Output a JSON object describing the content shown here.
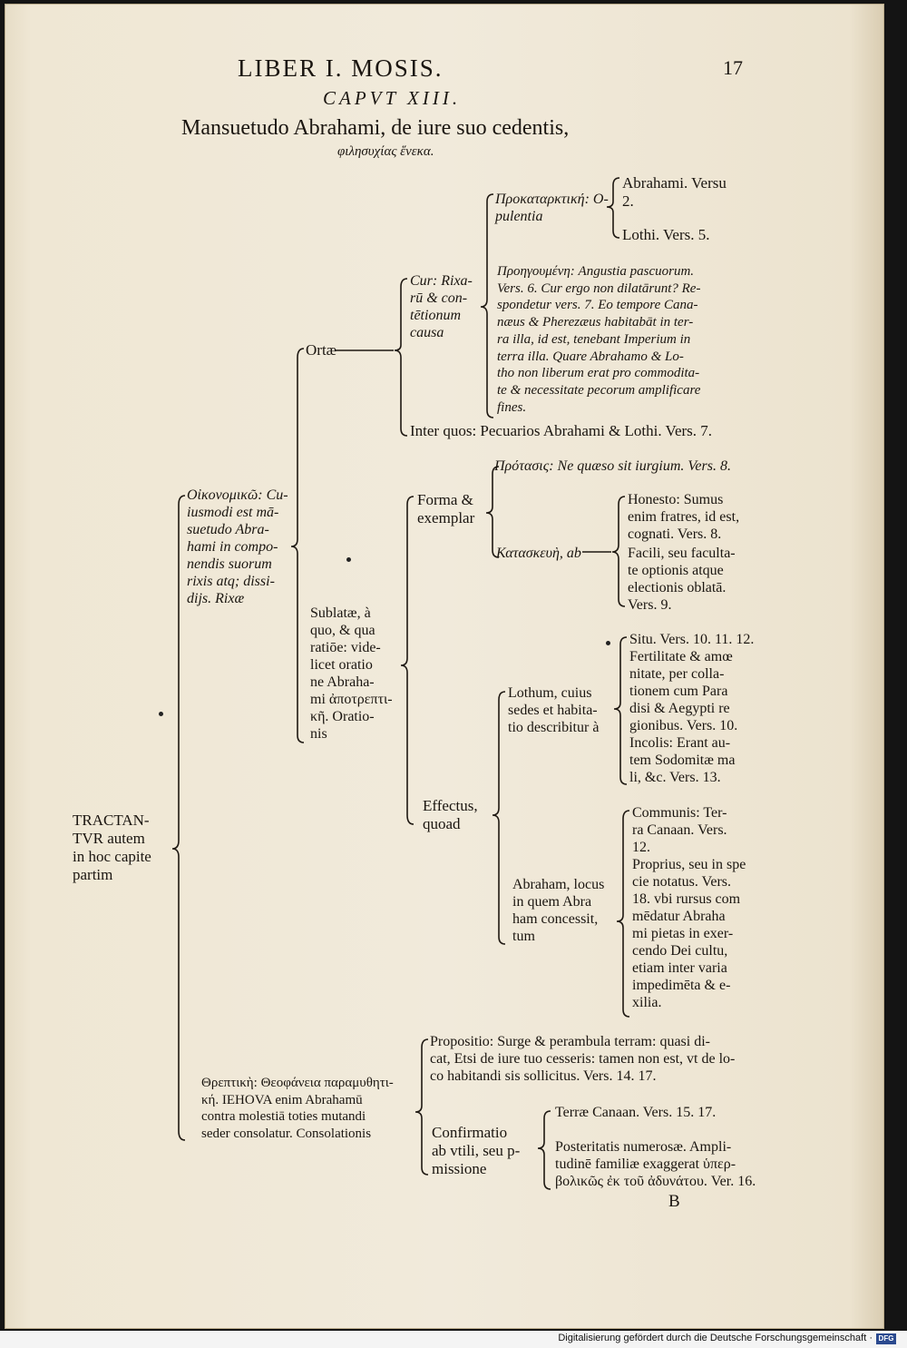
{
  "header": {
    "running_title": "LIBER I. MOSIS.",
    "page_number": "17",
    "chapter": "CAPVT XIII.",
    "title": "Mansuetudo Abrahami, de iure suo cedentis,",
    "subtitle": "φιλησυχίας ἕνεκα."
  },
  "root": {
    "label": "TRACTAN-\nTVR autem\nin hoc capite\npartim"
  },
  "oikonomike": {
    "text": "Οἰκονομικῶ: Cu-\niusmodi est mā-\nsuetudo Abra-\nhami in compo-\nnendis suorum\nrixis atq; dissi-\ndijs. Rixæ"
  },
  "ortae": {
    "label": "Ortæ",
    "cur": "Cur: Rixa-\nrū & con-\ntētionum\ncausa",
    "prokatarktike": "Προκαταρκτική: O-\npulentia",
    "abrahami": "Abrahami. Versu\n2.",
    "lothi": "Lothi. Vers. 5.",
    "proegoumene": "Προηγουμένη: Angustia pascuorum.\nVers. 6. Cur ergo non dilatārunt? Re-\nspondetur vers. 7. Eo tempore Cana-\nnæus & Pherezæus habitabāt in ter-\nra illa, id est, tenebant Imperium in\nterra illa. Quare Abrahamo & Lo-\ntho non liberum erat pro commodita-\nte & necessitate pecorum amplificare\nfines.",
    "inter_quos": "Inter quos: Pecuarios Abrahami & Lothi. Vers. 7."
  },
  "sublatae": {
    "label": "Sublatæ, à\nquo, & qua\nratiōe: vide-\nlicet oratio\nne Abraha-\nmi ἀποτρεπτι-\nκῆ. Oratio-\nnis",
    "forma": "Forma &\nexemplar",
    "protasis": "Πρότασις: Ne quæso sit iurgium. Vers. 8.",
    "kataskeue": "Κατασκευὴ, ab",
    "honesto": "Honesto: Sumus\nenim fratres, id est,\ncognati. Vers. 8.",
    "facili": "Facili, seu faculta-\nte optionis atque\nelectionis oblatā.\nVers. 9.",
    "effectus": "Effectus,\nquoad",
    "lothum": "Lothum, cuius\nsedes et habita-\ntio describitur à",
    "situ": "Situ. Vers. 10. 11. 12.\nFertilitate & amœ\nnitate, per colla-\ntionem cum Para\ndisi & Aegypti re\ngionibus. Vers. 10.\nIncolis: Erant au-\ntem Sodomitæ ma\nli, &c. Vers. 13.",
    "abraham": "Abraham, locus\nin quem Abra\nham concessit,\ntum",
    "communis": "Communis: Ter-\nra Canaan. Vers.\n12.\nProprius, seu in spe\ncie notatus. Vers.\n18. vbi rursus com\nmēdatur Abraha\nmi pietas in exer-\ncendo Dei cultu,\netiam inter varia\nimpedimēta & e-\nxilia."
  },
  "threptike": {
    "text": "Θρεπτικὴ: Θεοφάνεια παραμυθητι-\nκή. IEHOVA enim Abrahamū\ncontra molestiā toties mutandi\nseder consolatur. Consolationis",
    "propositio": "Propositio: Surge & perambula terram: quasi di-\ncat, Etsi de iure tuo cesseris: tamen non est, vt de lo-\nco habitandi sis sollicitus. Vers. 14. 17.",
    "confirmatio": "Confirmatio\nab vtili, seu p-\nmissione",
    "terrae": "Terræ Canaan. Vers. 15. 17.",
    "posteritatis": "Posteritatis numerosæ. Ampli-\ntudinē familiæ exaggerat ὑπερ-\nβολικῶς ἐκ τοῦ ἀδυνάτου. Ver. 16."
  },
  "signature": "B",
  "footer": {
    "text": "Digitalisierung gefördert durch die Deutsche Forschungsgemeinschaft ·",
    "logo": "DFG"
  }
}
